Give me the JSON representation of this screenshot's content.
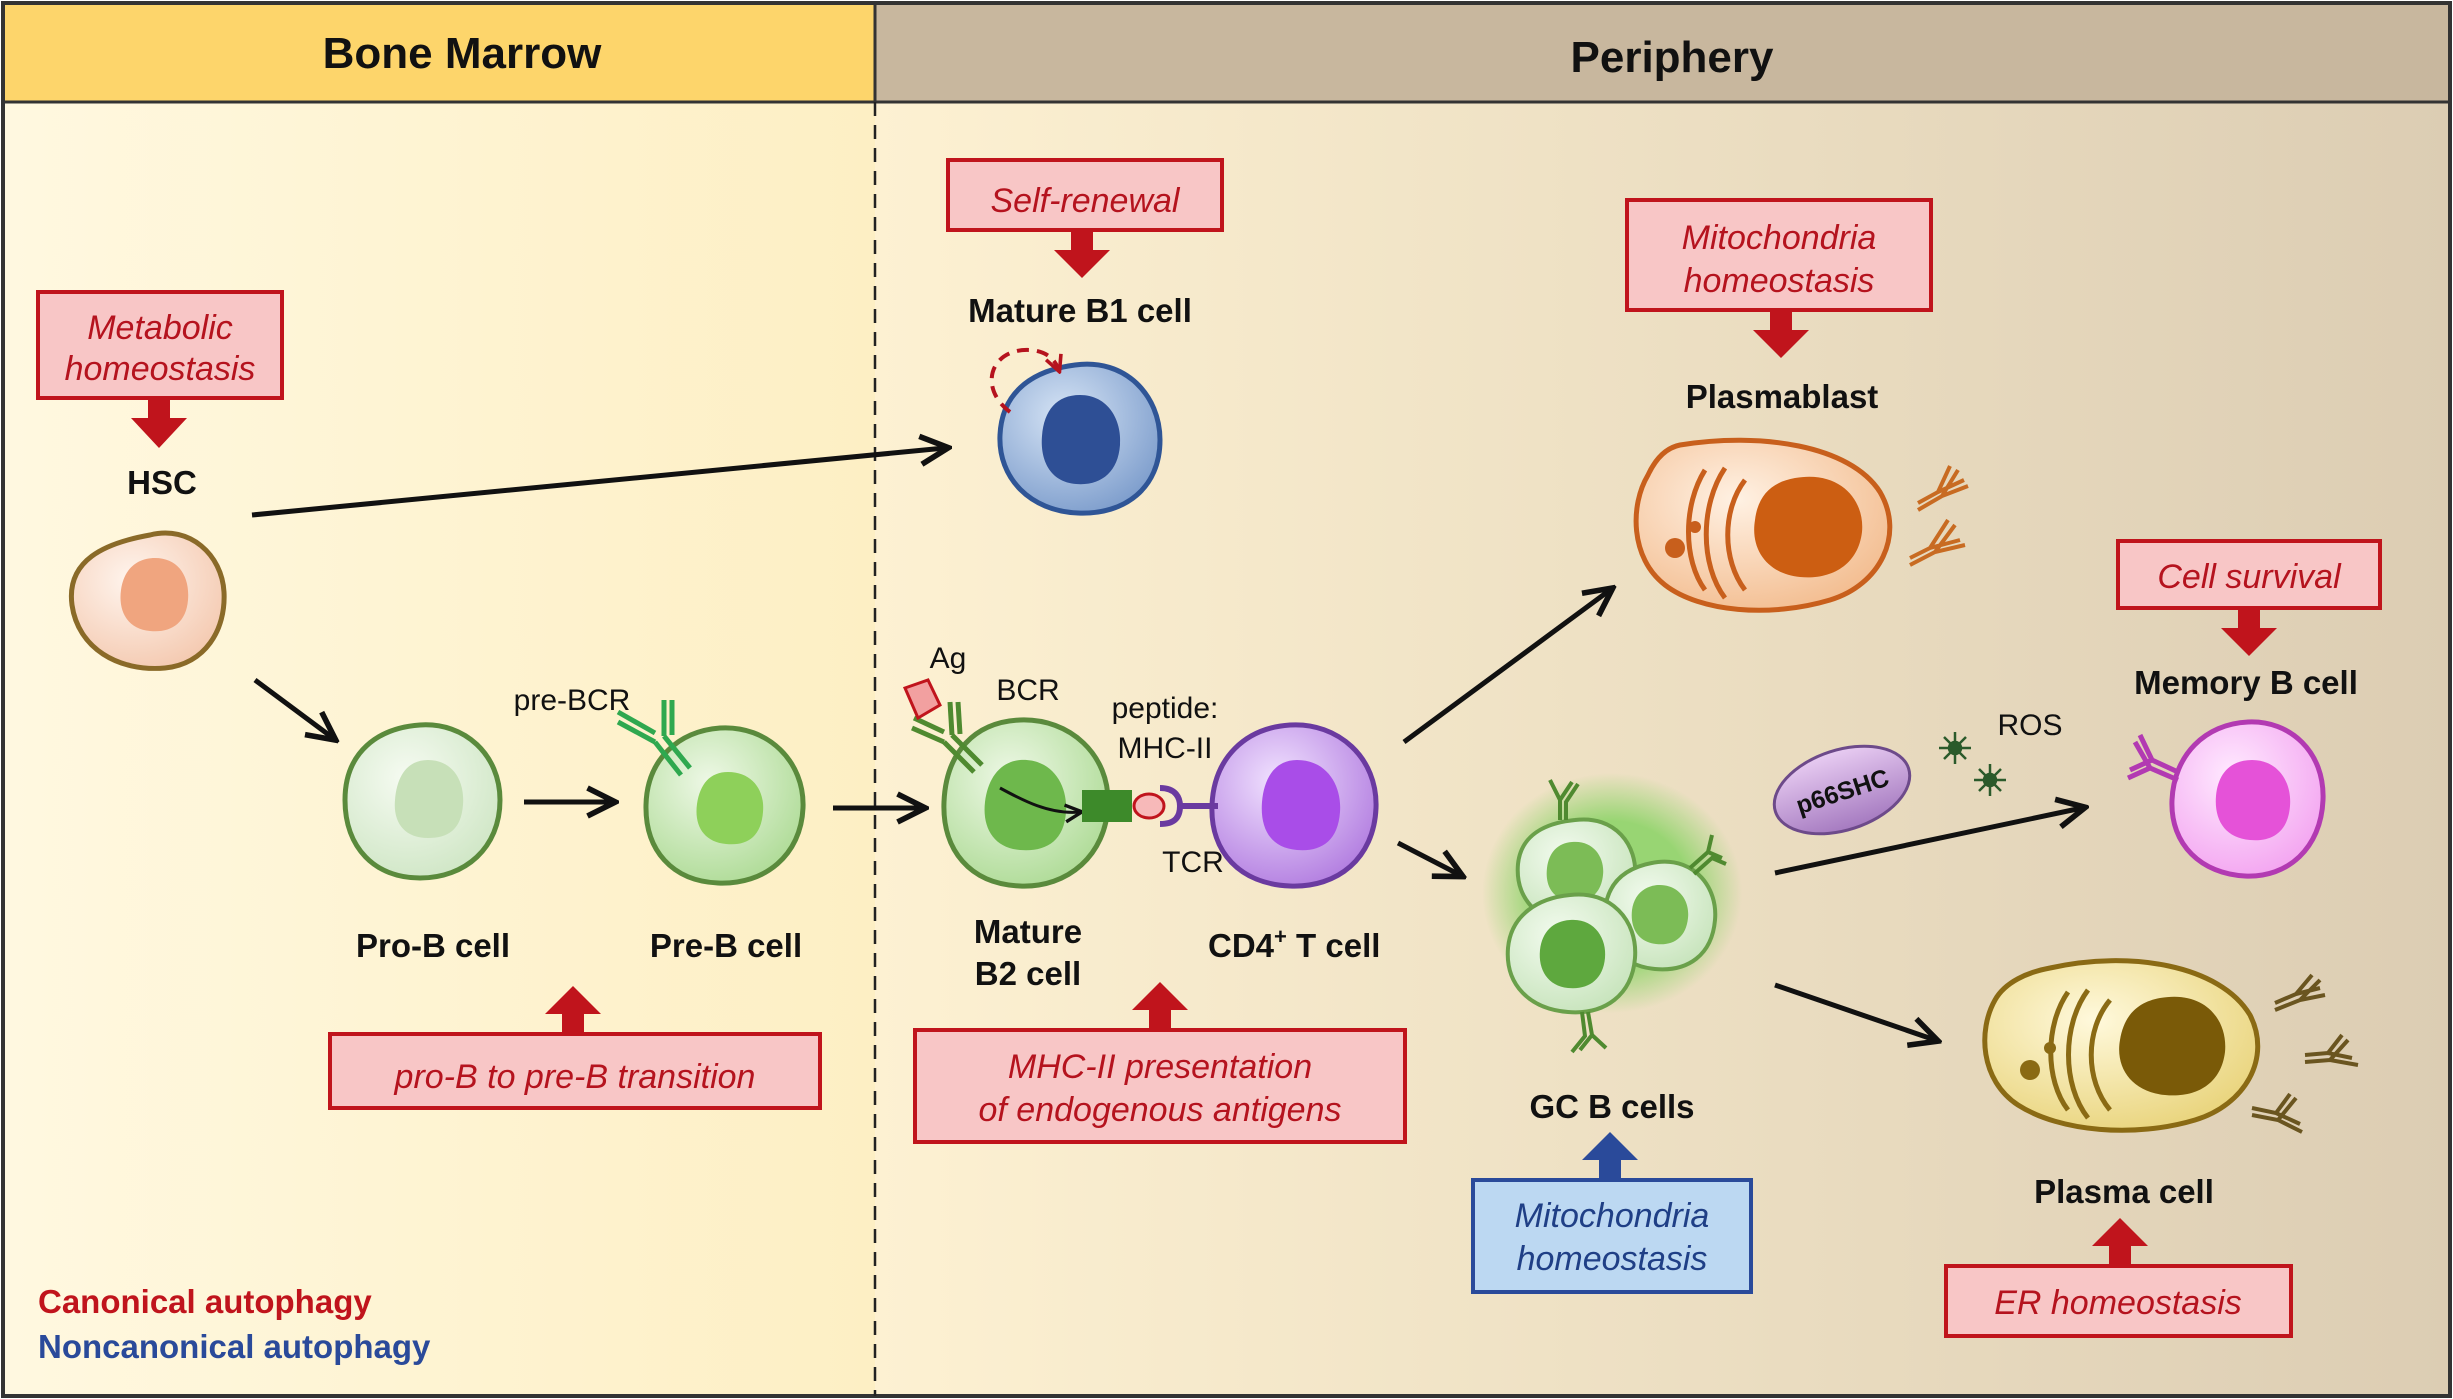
{
  "headers": {
    "bone_marrow": "Bone Marrow",
    "periphery": "Periphery"
  },
  "cells": {
    "hsc": "HSC",
    "mature_b1": "Mature B1 cell",
    "pro_b": "Pro-B cell",
    "pre_b": "Pre-B cell",
    "mature_b2_line1": "Mature",
    "mature_b2_line2": "B2 cell",
    "cd4_main": "CD4",
    "cd4_sup": "+",
    "cd4_tail": " T cell",
    "plasmablast": "Plasmablast",
    "memory_b": "Memory B cell",
    "gc_b": "GC B cells",
    "plasma": "Plasma cell"
  },
  "molecules": {
    "pre_bcr": "pre-BCR",
    "ag": "Ag",
    "bcr": "BCR",
    "peptide_line1": "peptide:",
    "peptide_line2": "MHC-II",
    "tcr": "TCR",
    "ros": "ROS",
    "p66shc": "p66SHC"
  },
  "boxes": {
    "metabolic_l1": "Metabolic",
    "metabolic_l2": "homeostasis",
    "self_renewal": "Self-renewal",
    "mito_red_l1": "Mitochondria",
    "mito_red_l2": "homeostasis",
    "cell_survival": "Cell survival",
    "pro_pre": "pro-B to pre-B transition",
    "mhc_l1": "MHC-II presentation",
    "mhc_l2": "of endogenous antigens",
    "mito_blue_l1": "Mitochondria",
    "mito_blue_l2": "homeostasis",
    "er": "ER homeostasis"
  },
  "legend": {
    "canonical": "Canonical autophagy",
    "noncanonical": "Noncanonical autophagy"
  },
  "colors": {
    "canonical_red": "#c0141c",
    "noncanonical_blue": "#2a4a9a",
    "box_red_fill": "#f8c6c6",
    "box_blue_fill": "#bcd8f2",
    "bone_marrow_header": "#fdd56b",
    "periphery_header": "#c8b79e"
  }
}
